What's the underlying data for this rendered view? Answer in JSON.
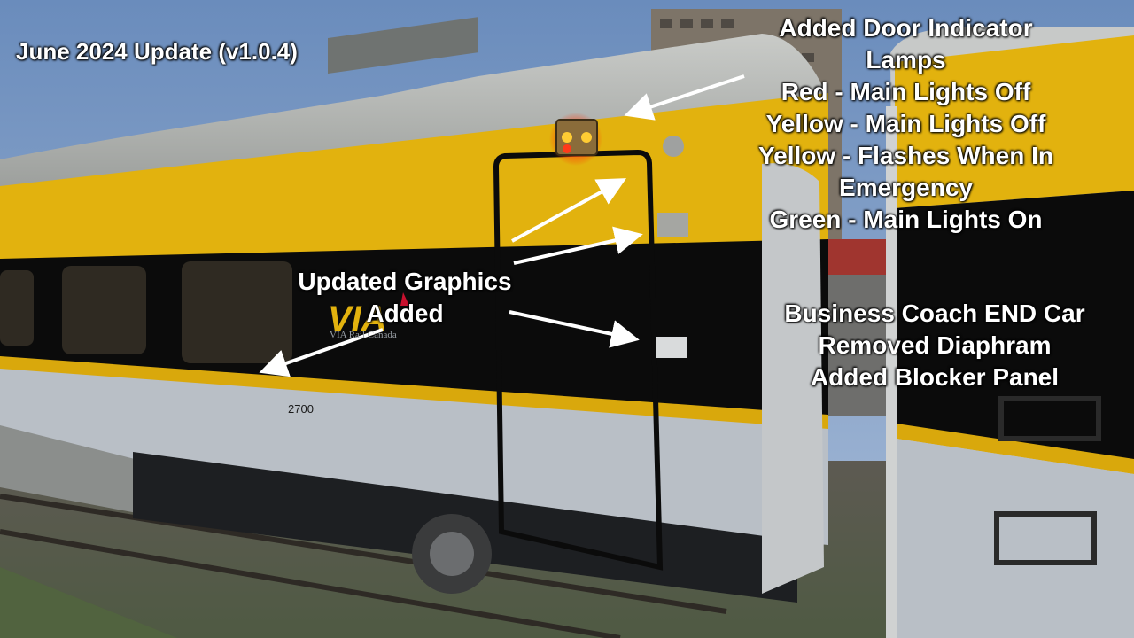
{
  "overlay": {
    "title": "June 2024 Update (v1.0.4)",
    "door_lamps": {
      "lines": [
        "Added Door Indicator",
        "Lamps",
        "Red - Main Lights Off",
        "Yellow - Main Lights Off",
        "Yellow - Flashes When In",
        "Emergency",
        "Green - Main Lights On"
      ]
    },
    "graphics": {
      "lines": [
        "Updated Graphics",
        "Added"
      ]
    },
    "end_car": {
      "lines": [
        "Business Coach END Car",
        "Removed Diaphram",
        "Added Blocker Panel"
      ]
    }
  },
  "train": {
    "car_number": "2700",
    "brand_logo": "VIA",
    "brand_subtitle": "VIA Rail Canada",
    "livery_colors": {
      "yellow": "#e2b20e",
      "black": "#0b0b0b",
      "silver": "#b9bfc6",
      "roof": "#b5b8b6"
    }
  },
  "icons": [
    "door-indicator-lamp-icon",
    "arrow-icon",
    "maple-leaf-icon"
  ]
}
